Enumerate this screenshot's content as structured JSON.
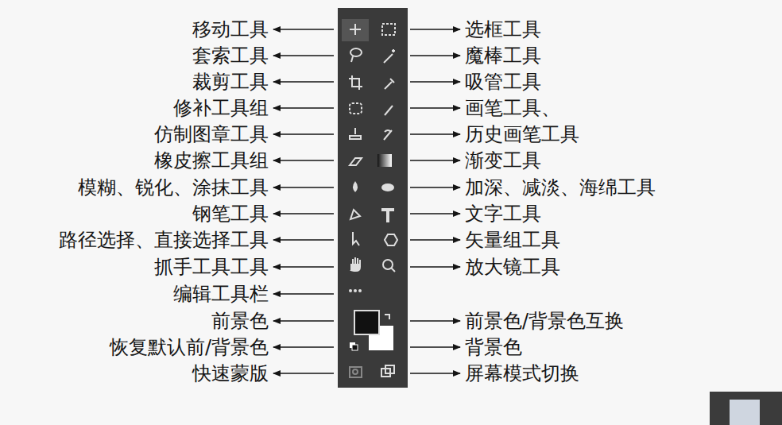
{
  "diagram": {
    "labels": [
      "移动工具",
      "选框工具",
      "套索工具",
      "魔棒工具",
      "裁剪工具",
      "吸管工具",
      "修补工具组",
      "画笔工具、",
      "仿制图章工具",
      "历史画笔工具",
      "橡皮擦工具组",
      "渐变工具",
      "模糊、锐化、涂抹工具",
      "加深、减淡、海绵工具",
      "钢笔工具",
      "文字工具",
      "路径选择、直接选择工具",
      "矢量组工具",
      "抓手工具工具",
      "放大镜工具",
      "编辑工具栏",
      "前景色",
      "前景色/背景色互换",
      "恢复默认前/背景色",
      "背景色",
      "快速蒙版",
      "屏幕模式切换"
    ]
  }
}
